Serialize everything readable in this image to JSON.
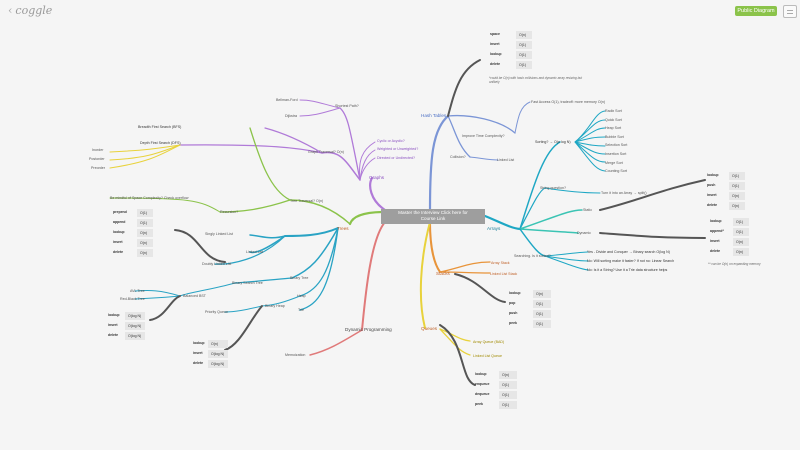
{
  "header": {
    "logo": "coggle",
    "public_button": "Public Diagram"
  },
  "root": {
    "line1": "Master the Interview Click here for",
    "line2": "Course Link"
  },
  "branches": {
    "hash_tables": "Hash Tables",
    "improve_time": "Improve Time Complexity?",
    "fast_access": "Fast Access O(1), tradeoff: more memory O(n)",
    "collision": "Collision?",
    "linked_list": "Linked List",
    "graphs": "Graphs",
    "cyclic": "Cyclic or Acyclic?",
    "weighted": "Weighted or Unweighted?",
    "directed": "Directed or Undirected?",
    "shortest_path": "Shortest Path?",
    "bellman_ford": "Bellman-Ford",
    "dijkstra": "Dijkstra",
    "graph_traversal": "Graph Traversal? O(n)",
    "bfs": "Breadth First Search (BFS)",
    "dfs": "Depth First Search (DFS)",
    "inorder": "Inorder",
    "postorder": "Postorder",
    "preorder": "Preorder",
    "tree_traversal": "Tree Traversal? O(n)",
    "space_complexity": "Be mindful of Space Complexity? Check overflow",
    "recursion": "Recursion?",
    "trees": "Trees",
    "singly_linked": "Singly Linked List",
    "linked_list2": "Linked List",
    "doubly_linked": "Doubly Linked List",
    "binary_tree": "Binary Tree",
    "binary_search_tree": "Binary Search Tree",
    "heap": "Heap",
    "trie": "Trie",
    "avl_tree": "AVL Tree",
    "red_black": "Red-Black Tree",
    "balanced_bst": "Balanced BST",
    "priority_queue": "Priority Queue",
    "binary_heap": "Binary Heap",
    "dynamic_programming": "Dynamic Programming",
    "memoization": "Memoization",
    "arrays": "Arrays",
    "sorting": "Sorting? → O(n log N)",
    "sorts": [
      "Radix Sort",
      "Quick Sort",
      "Heap Sort",
      "Bubble Sort",
      "Selection Sort",
      "Insertion Sort",
      "Merge Sort",
      "Counting Sort"
    ],
    "string_question": "String question?",
    "turn_into_array": "Turn it into an Array → split()",
    "static": "Static",
    "dynamic": "Dynamic",
    "searching": "Searching. Is it sorted?",
    "yes_divide": "Yes - Divide and Conquer → Binary search O(log N)",
    "no_sort": "No: Will sorting make it faster? If not no: Linear Search",
    "no_string": "No: Is it a String? Use it a Trie data structure helps",
    "stacks": "Stacks",
    "array_stack": "Array Stack",
    "linked_list_stack": "Linked List Stack",
    "queues": "Queues",
    "array_queue": "Array Queue (BAD)",
    "linked_list_queue": "Linked List Queue"
  },
  "notes": {
    "hash": "*could be O(n) with hash collisions and dynamic array resizing but unlikely",
    "arrays": "** can be O(n) on expanding memory"
  },
  "tables": {
    "hash": [
      [
        "space",
        "O(n)"
      ],
      [
        "insert",
        "O(1)"
      ],
      [
        "lookup",
        "O(1)"
      ],
      [
        "delete",
        "O(1)"
      ]
    ],
    "arr_static": [
      [
        "lookup",
        "O(1)"
      ],
      [
        "push",
        "O(1)"
      ],
      [
        "insert",
        "O(n)"
      ],
      [
        "delete",
        "O(n)"
      ]
    ],
    "arr_dynamic": [
      [
        "lookup",
        "O(1)"
      ],
      [
        "append*",
        "O(1)"
      ],
      [
        "insert",
        "O(n)"
      ],
      [
        "delete",
        "O(n)"
      ]
    ],
    "stack": [
      [
        "lookup",
        "O(n)"
      ],
      [
        "pop",
        "O(1)"
      ],
      [
        "push",
        "O(1)"
      ],
      [
        "peek",
        "O(1)"
      ]
    ],
    "queue": [
      [
        "lookup",
        "O(n)"
      ],
      [
        "enqueue",
        "O(1)"
      ],
      [
        "dequeue",
        "O(1)"
      ],
      [
        "peek",
        "O(1)"
      ]
    ],
    "linked": [
      [
        "prepend",
        "O(1)"
      ],
      [
        "append",
        "O(1)"
      ],
      [
        "lookup",
        "O(n)"
      ],
      [
        "insert",
        "O(n)"
      ],
      [
        "delete",
        "O(n)"
      ]
    ],
    "bst": [
      [
        "lookup",
        "O(log N)"
      ],
      [
        "insert",
        "O(log N)"
      ],
      [
        "delete",
        "O(log N)"
      ]
    ],
    "heap": [
      [
        "lookup",
        "O(n)"
      ],
      [
        "insert",
        "O(log N)"
      ],
      [
        "delete",
        "O(log N)"
      ]
    ]
  }
}
